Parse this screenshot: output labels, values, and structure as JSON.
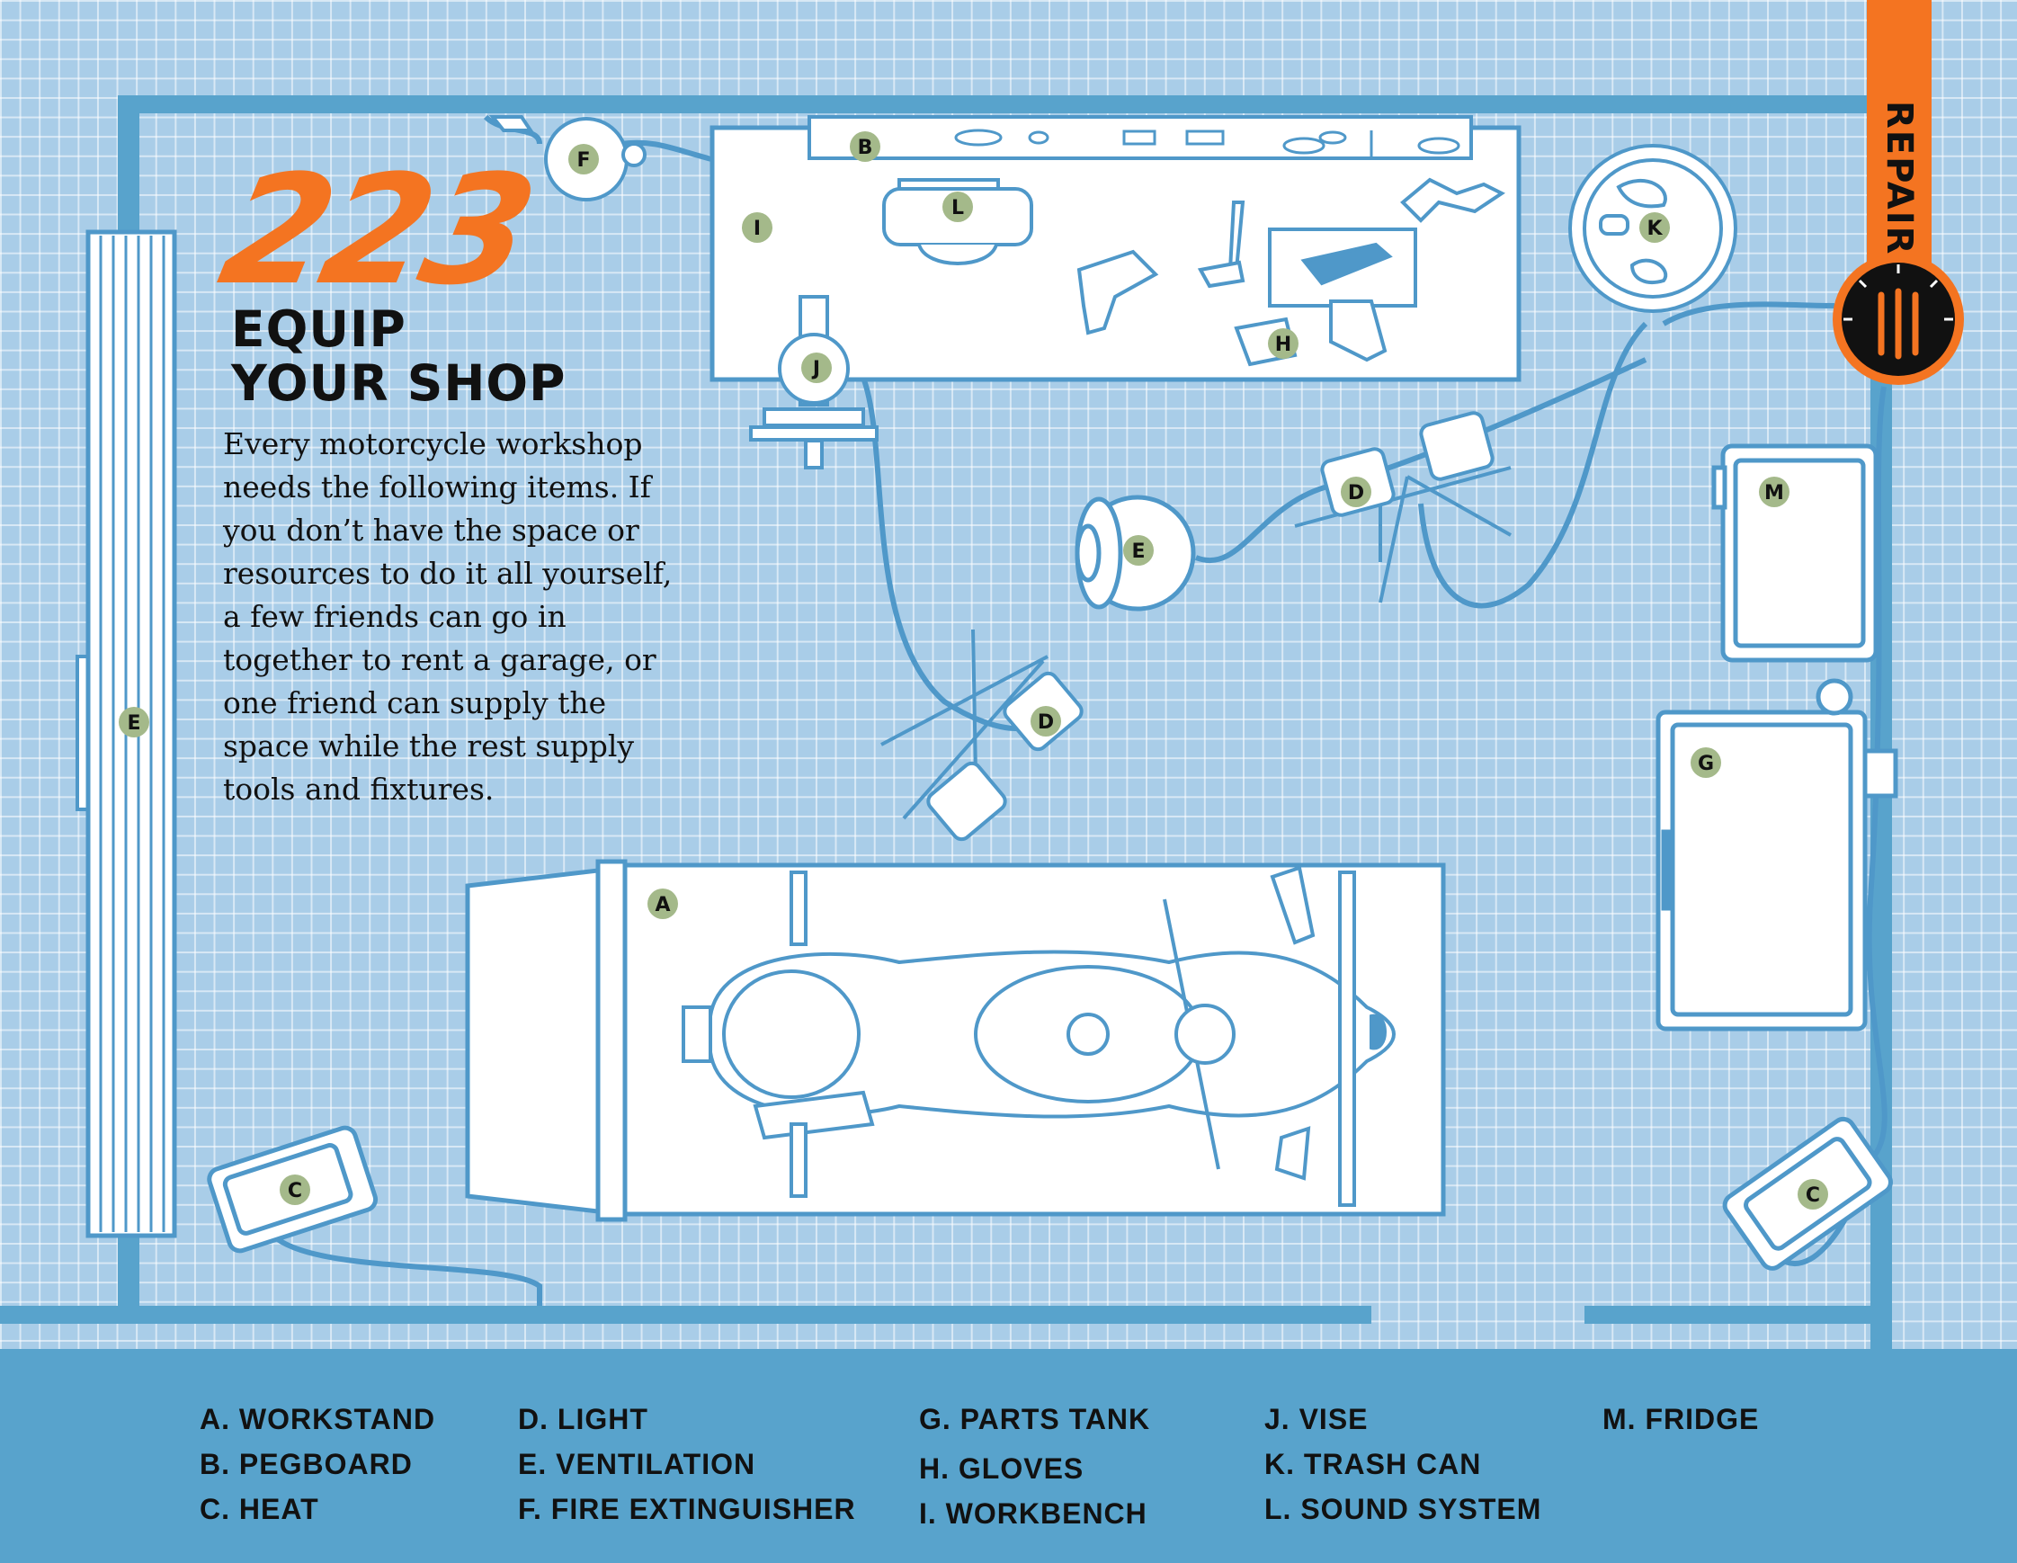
{
  "header": {
    "number": "223",
    "title_line1": "EQUIP",
    "title_line2": "YOUR SHOP",
    "body": "Every motorcycle workshop needs the following items. If you don’t have the space or resources to do it all yourself, a few friends can go in together to rent a garage, or one friend can supply the space while the rest supply tools and fixtures."
  },
  "section_tab": "REPAIR",
  "markers": {
    "A": "A",
    "B": "B",
    "C": "C",
    "D": "D",
    "E": "E",
    "F": "F",
    "G": "G",
    "H": "H",
    "I": "I",
    "J": "J",
    "K": "K",
    "L": "L",
    "M": "M"
  },
  "legend": [
    "A. WORKSTAND",
    "B. PEGBOARD",
    "C. HEAT",
    "D. LIGHT",
    "E. VENTILATION",
    "F. FIRE EXTINGUISHER",
    "G. PARTS TANK",
    "H. GLOVES",
    "I. WORKBENCH",
    "J. VISE",
    "K. TRASH CAN",
    "L. SOUND SYSTEM",
    "M. FRIDGE"
  ],
  "colors": {
    "accent_orange": "#f47421",
    "line_blue": "#4f98c9",
    "grid_blue": "#a9cde8",
    "legend_blue": "#58a3cc",
    "marker_green": "#a4b98a"
  }
}
